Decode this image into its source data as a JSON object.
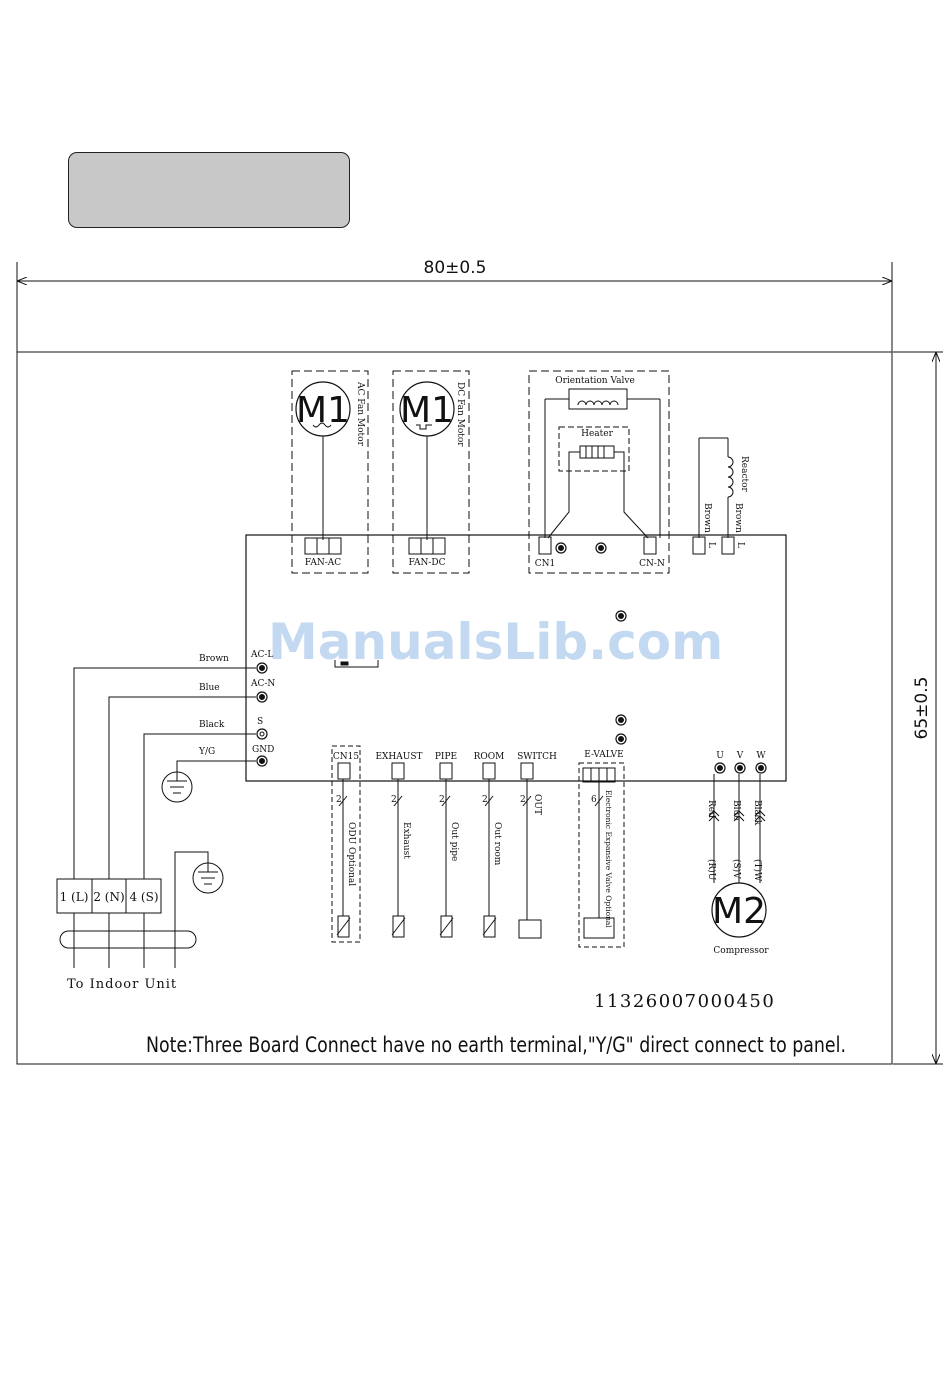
{
  "dimensions": {
    "width": "80±0.5",
    "height": "65±0.5"
  },
  "watermark": "ManualsLib.com",
  "motors": {
    "ac_fan": {
      "symbol": "M1",
      "label": "AC Fan Motor",
      "connector": "FAN-AC"
    },
    "dc_fan": {
      "symbol": "M1",
      "label": "DC Fan Motor",
      "connector": "FAN-DC"
    }
  },
  "valve_block": {
    "orientation_valve": "Orientation Valve",
    "heater": "Heater",
    "cn1": "CN1",
    "cn_n": "CN-N"
  },
  "reactor": {
    "label": "Reactor",
    "wire1": "Brown",
    "wire2": "Brown",
    "pin1": "L",
    "pin2": "L"
  },
  "power_terminals": [
    {
      "pin": "AC-L",
      "wire": "Brown"
    },
    {
      "pin": "AC-N",
      "wire": "Blue"
    },
    {
      "pin": "S",
      "wire": "Black"
    },
    {
      "pin": "GND",
      "wire": "Y/G"
    }
  ],
  "sensors": [
    {
      "connector": "CN15",
      "wires": "2",
      "label": "ODU Optional"
    },
    {
      "connector": "EXHAUST",
      "wires": "2",
      "label": "Exhaust"
    },
    {
      "connector": "PIPE",
      "wires": "2",
      "label": "Out pipe"
    },
    {
      "connector": "ROOM",
      "wires": "2",
      "label": "Out room"
    },
    {
      "connector": "SWITCH",
      "wires": "2",
      "label": "OUT"
    }
  ],
  "e_valve": {
    "connector": "E-VALVE",
    "wires": "6",
    "label": "Electronic Expansive Valve Optional"
  },
  "compressor": {
    "symbol": "M2",
    "label": "Compressor",
    "phases": [
      {
        "pin": "U",
        "wire": "Red",
        "terminal": "(R)U"
      },
      {
        "pin": "V",
        "wire": "Blue",
        "terminal": "(S)V"
      },
      {
        "pin": "W",
        "wire": "Black",
        "terminal": "(T)W"
      }
    ]
  },
  "terminal_block": [
    "1 (L)",
    "2 (N)",
    "4 (S)"
  ],
  "to_indoor_unit": "To Indoor Unit",
  "part_number": "11326007000450",
  "note": "Note:Three Board Connect have no earth terminal,\"Y/G\" direct connect to panel."
}
